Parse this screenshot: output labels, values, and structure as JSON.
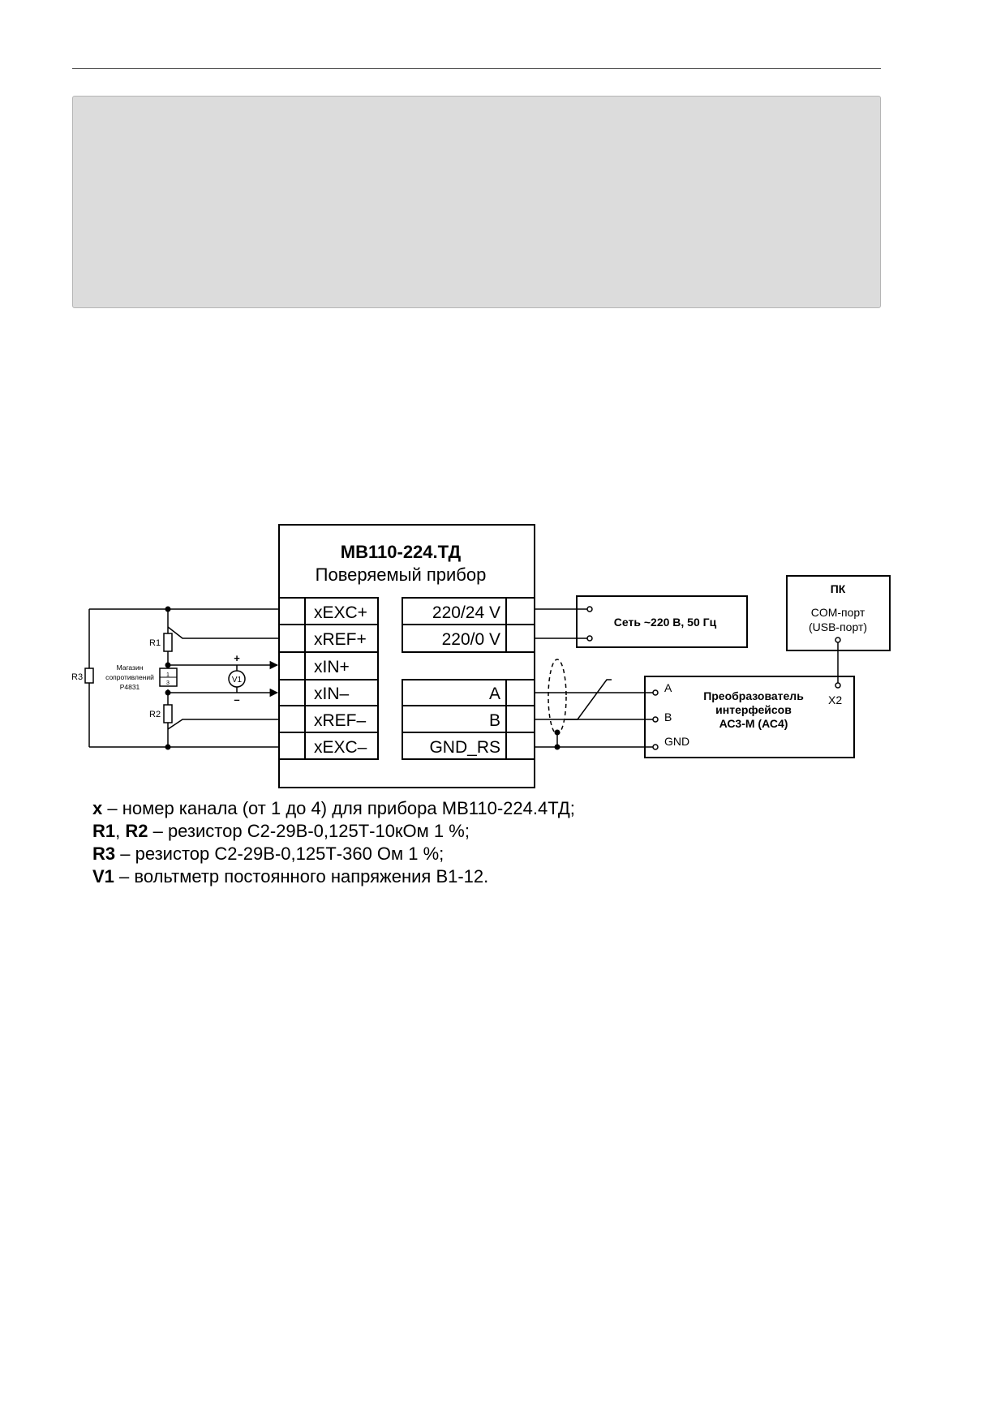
{
  "device": {
    "model": "МВ110-224.ТД",
    "subtitle": "Поверяемый прибор",
    "left_terminals": [
      "xEXC+",
      "xREF+",
      "xIN+",
      "xIN–",
      "xREF–",
      "xEXC–"
    ],
    "right_terminals": [
      "220/24 V",
      "220/0 V",
      "",
      "A",
      "B",
      "GND_RS"
    ]
  },
  "mains": {
    "label": "Сеть ~220 В, 50 Гц"
  },
  "pc": {
    "title": "ПК",
    "port_line1": "COM-порт",
    "port_line2": "(USB-порт)"
  },
  "converter": {
    "line1": "Преобразователь",
    "line2": "интерфейсов",
    "line3": "АС3-М (АС4)",
    "pin_a": "A",
    "pin_b": "B",
    "pin_gnd": "GND",
    "connector": "X2"
  },
  "components": {
    "r1": "R1",
    "r2": "R2",
    "r3": "R3",
    "v1": "V1",
    "plus": "+",
    "minus": "–",
    "box_line1": "Магазин",
    "box_line2": "сопротивлений",
    "box_line3": "Р4831",
    "box_pin_top": "1",
    "box_pin_bottom": "3"
  },
  "legend": [
    {
      "term": "x",
      "text": " – номер канала (от 1 до 4) для прибора МВ110-224.4ТД;"
    },
    {
      "term": "R1",
      "sep": ", ",
      "term2": "R2",
      "text": " – резистор С2-29В-0,125Т-10кОм 1 %;"
    },
    {
      "term": "R3",
      "text": " – резистор С2-29В-0,125Т-360 Ом 1 %;"
    },
    {
      "term": "V1",
      "text": " – вольтметр постоянного напряжения В1-12."
    }
  ]
}
